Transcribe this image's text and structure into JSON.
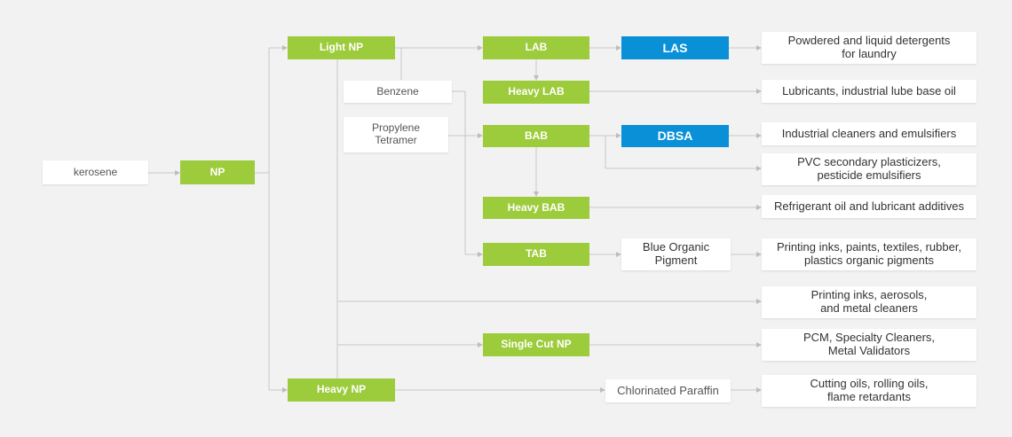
{
  "diagram": {
    "nodes": {
      "kerosene": "kerosene",
      "np": "NP",
      "light_np": "Light NP",
      "heavy_np": "Heavy NP",
      "benzene": "Benzene",
      "propylene_tetramer": "Propylene\nTetramer",
      "lab": "LAB",
      "heavy_lab": "Heavy LAB",
      "bab": "BAB",
      "heavy_bab": "Heavy BAB",
      "tab": "TAB",
      "single_cut_np": "Single Cut NP",
      "las": "LAS",
      "dbsa": "DBSA",
      "blue_organic_pigment": "Blue Organic\nPigment",
      "chlorinated_paraffin": "Chlorinated Paraffin"
    },
    "outputs": {
      "detergents": "Powdered and liquid detergents\nfor laundry",
      "lubricants": "Lubricants, industrial lube base oil",
      "cleaners": "Industrial cleaners and emulsifiers",
      "plasticizers": "PVC secondary plasticizers,\npesticide emulsifiers",
      "refrigerant": "Refrigerant oil and lubricant additives",
      "pigments": "Printing inks, paints, textiles, rubber,\nplastics organic pigments",
      "aerosols": "Printing inks, aerosols,\nand metal cleaners",
      "pcm": "PCM, Specialty Cleaners,\nMetal Validators",
      "cutting_oils": "Cutting oils, rolling oils,\nflame retardants"
    }
  },
  "colors": {
    "green": "#9ccb3b",
    "blue": "#0a90d6",
    "line": "#c8c8c8",
    "background": "#f2f2f2"
  }
}
